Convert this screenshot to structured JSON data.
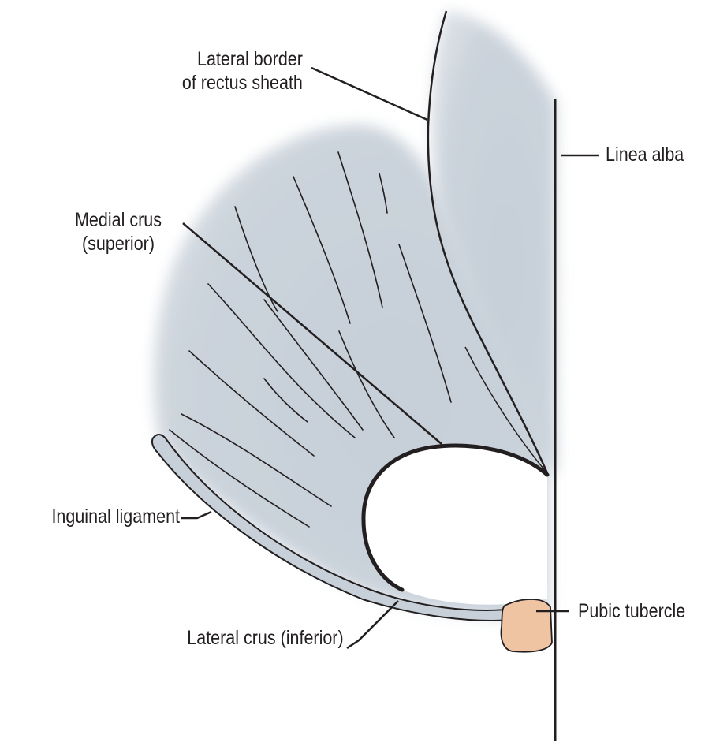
{
  "colors": {
    "muscle_fill": "#c9d1d9",
    "tubercle_fill": "#efc4a3",
    "outline": "#231f20",
    "background": "#ffffff"
  },
  "labels": {
    "lateral_border": [
      "Lateral border",
      "of rectus sheath"
    ],
    "linea_alba": "Linea alba",
    "medial_crus": [
      "Medial crus",
      "(superior)"
    ],
    "inguinal_ligament": "Inguinal ligament",
    "lateral_crus": "Lateral crus (inferior)",
    "pubic_tubercle": "Pubic tubercle"
  }
}
